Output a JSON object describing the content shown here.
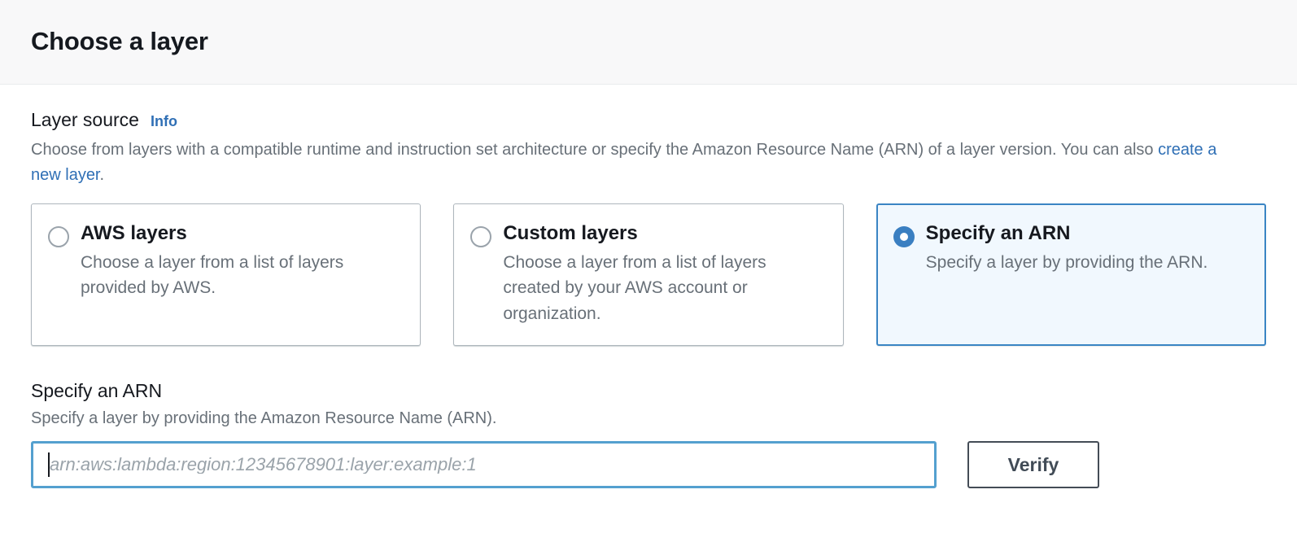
{
  "header": {
    "title": "Choose a layer"
  },
  "layer_source": {
    "label": "Layer source",
    "info_label": "Info",
    "description_part1": "Choose from layers with a compatible runtime and instruction set architecture or specify the Amazon Resource Name (ARN) of a layer version. You can also ",
    "description_link": "create a new layer",
    "description_part2": ".",
    "options": [
      {
        "title": "AWS layers",
        "description": "Choose a layer from a list of layers provided by AWS.",
        "selected": false
      },
      {
        "title": "Custom layers",
        "description": "Choose a layer from a list of layers created by your AWS account or organization.",
        "selected": false
      },
      {
        "title": "Specify an ARN",
        "description": "Specify a layer by providing the ARN.",
        "selected": true
      }
    ]
  },
  "arn_section": {
    "heading": "Specify an ARN",
    "description": "Specify a layer by providing the Amazon Resource Name (ARN).",
    "input_value": "",
    "input_placeholder": "arn:aws:lambda:region:12345678901:layer:example:1",
    "verify_label": "Verify"
  },
  "colors": {
    "accent_blue": "#2f6fb5",
    "selected_border": "#3a85c4",
    "selected_background": "#f1f8fe",
    "input_focus_border": "#54a0cf",
    "button_border": "#444c56",
    "text_primary": "#16191f",
    "text_secondary": "#687078",
    "header_background": "#f8f8f9"
  }
}
